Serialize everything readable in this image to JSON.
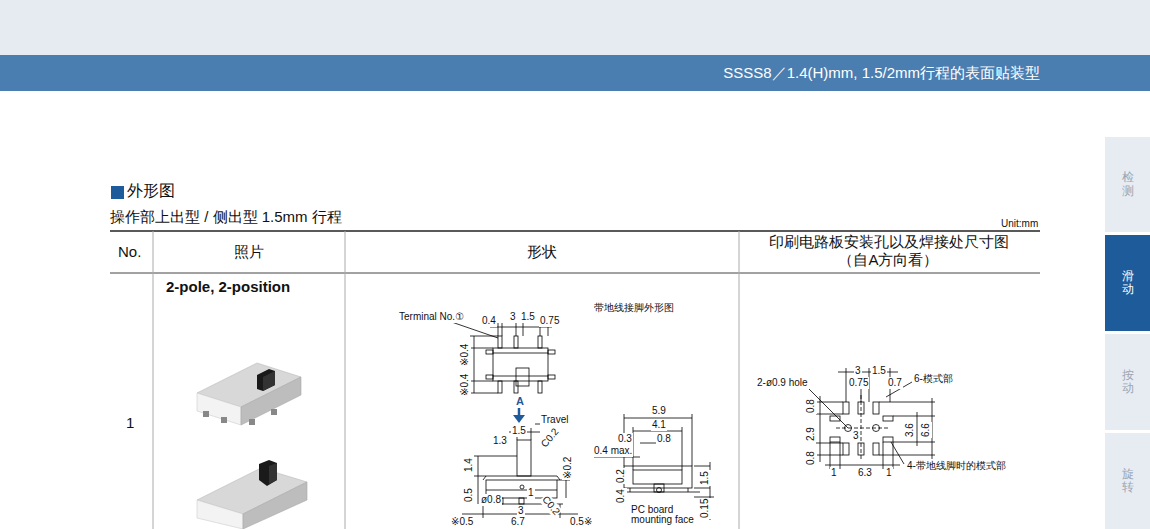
{
  "diagram": {
    "title": "外形图",
    "nodes": [
      {
        "text": [
          "SSSS8／1.4(H)mm, 1.5/2mm行程的表面贴装型"
        ]
      },
      {
        "text": [
          "检测"
        ]
      },
      {
        "text": [
          "滑动"
        ]
      },
      {
        "text": [
          "按动"
        ]
      },
      {
        "text": [
          "旋转"
        ]
      }
    ],
    "labels": [
      "操作部上出型 / 侧出型 1.5mm 行程",
      "Unit:mm",
      "No.",
      "照片",
      "形状",
      "印刷电路板安装孔以及焊接处尺寸图 （自A方向看）",
      "1",
      "2-pole, 2-position",
      "Terminal No.①",
      "0.4",
      "3",
      "1.5",
      "0.75",
      "带地线接脚外形图",
      "※0.4",
      "※0.4",
      "A",
      "Travel",
      "1.5",
      "1.3",
      "C0.2",
      "※0.2",
      "1.4",
      "0.5",
      "ø0.8",
      "1",
      "3",
      "C0.2",
      "※0.5",
      "6.7",
      "0.5※",
      "5.9",
      "4.1",
      "0.3",
      "0.8",
      "0.4 max.",
      "0.2",
      "0.4",
      "PC board mounting face",
      "1.5",
      "0.15",
      "3",
      "1.5",
      "2-ø0.9 hole",
      "0.75",
      "0.7",
      "6-模式部",
      "0.8",
      "2.9",
      "0.8",
      "3",
      "3.6",
      "6.6",
      "1",
      "6.3",
      "1",
      "4-带地线脚时的模式部"
    ]
  }
}
